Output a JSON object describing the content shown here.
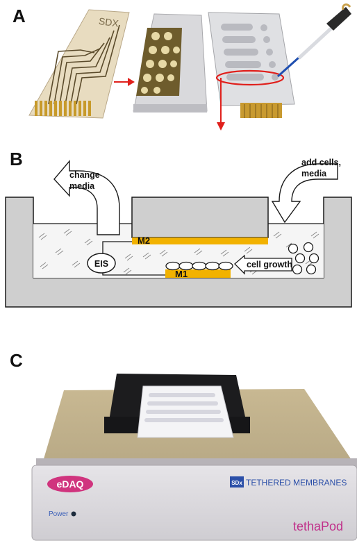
{
  "panels": {
    "a": {
      "letter": "A",
      "chip_text": "SDX"
    },
    "b": {
      "letter": "B",
      "labels": {
        "change_media": [
          "change",
          "media"
        ],
        "add_cells": [
          "add cells,",
          "media"
        ],
        "eis": "EIS",
        "m1": "M1",
        "m2": "M2",
        "cell_growth": "cell growth"
      },
      "colors": {
        "electrode": "#f2b200",
        "tank": "#cfcfcf",
        "arrow_a": "#e0201c"
      }
    },
    "c": {
      "letter": "C",
      "brand": "eDAQ",
      "sdx_badge": "SDx",
      "product_line": "TETHERED MEMBRANES",
      "power_label": "Power",
      "product_name": "tethaPod"
    }
  }
}
